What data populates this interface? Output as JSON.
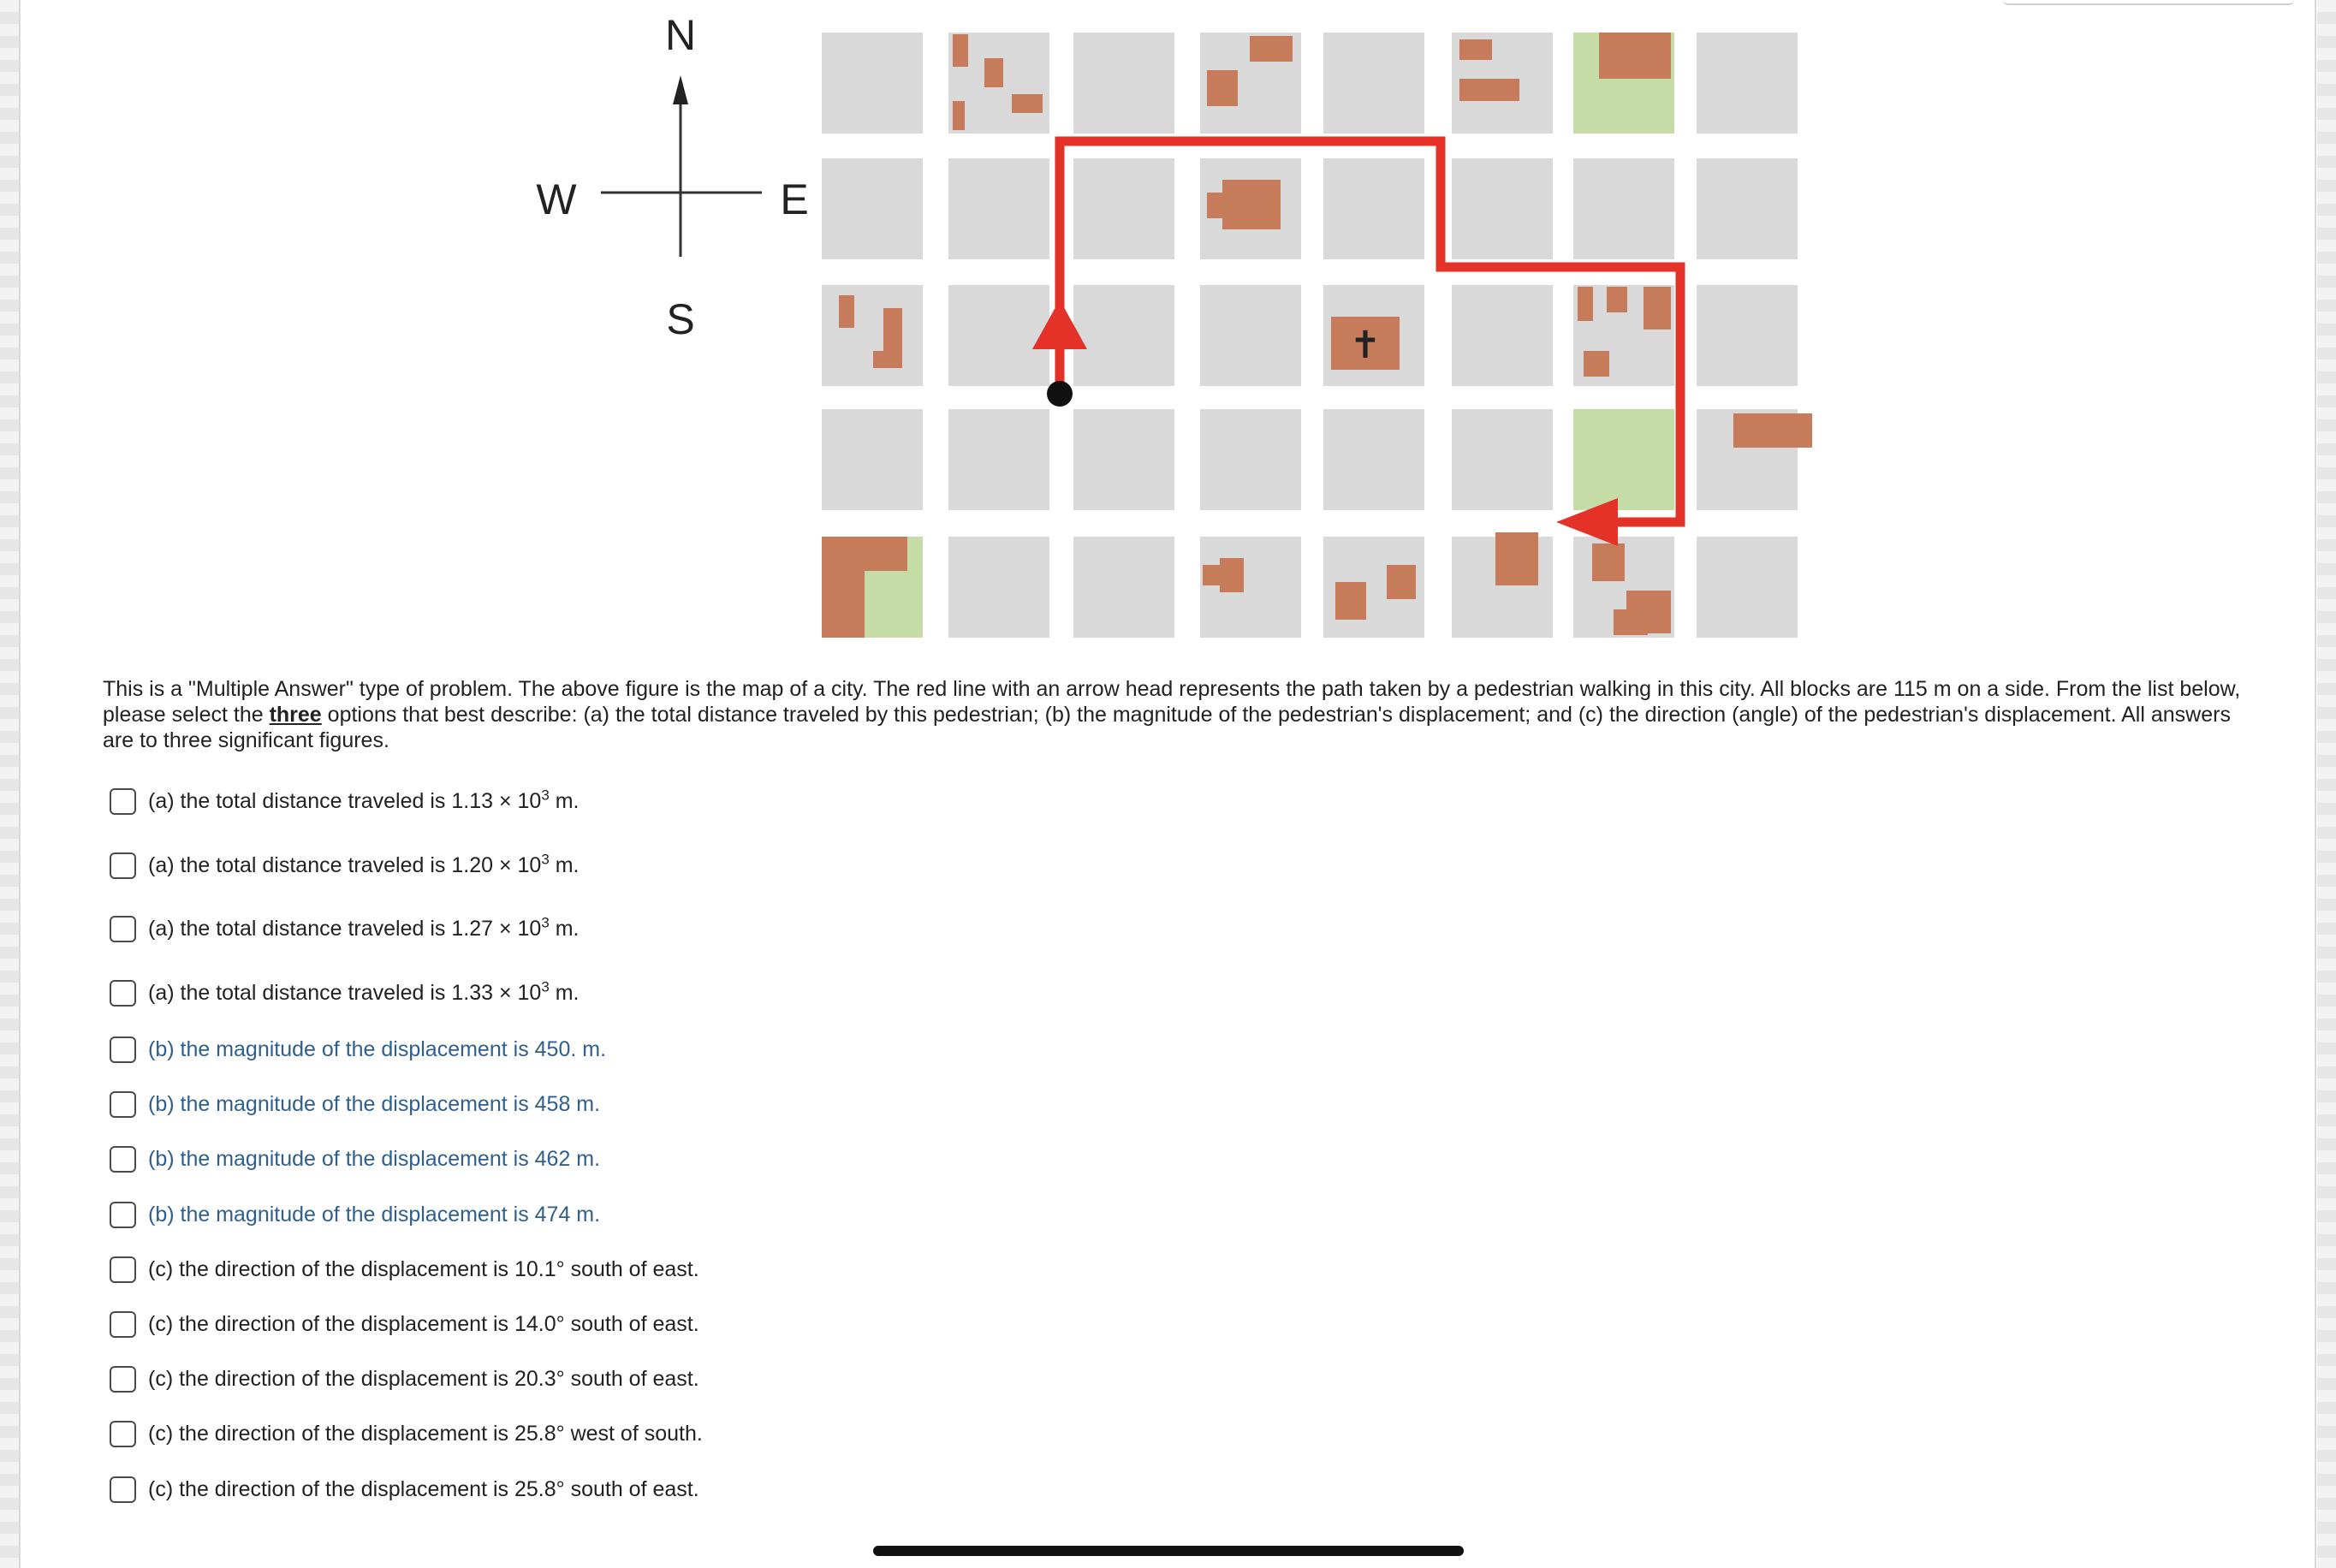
{
  "compass": {
    "north": "N",
    "south": "S",
    "east": "E",
    "west": "W"
  },
  "map": {
    "block_color": "#d9d9d9",
    "building_color": "#c67c5a",
    "park_color": "#c5dca6",
    "path_color": "#e53228",
    "church_symbol": "✝"
  },
  "question": {
    "text_before": "This is a \"Multiple Answer\" type of problem. The above figure is the map of a city. The red line with an arrow head represents the path taken by a pedestrian walking in this city. All blocks are 115 m on a side. From the list below, please select the ",
    "emphasis": "three",
    "text_after": " options that best describe: (a) the total distance traveled by this pedestrian; (b) the magnitude of the pedestrian's displacement; and (c) the direction (angle) of the pedestrian's displacement. All answers are to three significant figures."
  },
  "options": [
    {
      "label": "(a) the total distance traveled is 1.13 × 10",
      "exp": "3",
      "suffix": " m."
    },
    {
      "label": "(a) the total distance traveled is 1.20 × 10",
      "exp": "3",
      "suffix": " m."
    },
    {
      "label": "(a) the total distance traveled is 1.27 × 10",
      "exp": "3",
      "suffix": " m."
    },
    {
      "label": "(a) the total distance traveled is 1.33 × 10",
      "exp": "3",
      "suffix": " m."
    },
    {
      "label": "(b) the magnitude of the displacement is 450. m."
    },
    {
      "label": "(b) the magnitude of the displacement is 458 m."
    },
    {
      "label": "(b) the magnitude of the displacement is 462 m."
    },
    {
      "label": "(b) the magnitude of the displacement is 474 m."
    },
    {
      "label": "(c) the direction of the displacement is 10.1° south of east."
    },
    {
      "label": "(c) the direction of the displacement is 14.0° south of east."
    },
    {
      "label": "(c) the direction of the displacement is 20.3° south of east."
    },
    {
      "label": "(c) the direction of the displacement is 25.8° west of south."
    },
    {
      "label": "(c) the direction of the displacement is 25.8° south of east."
    }
  ]
}
